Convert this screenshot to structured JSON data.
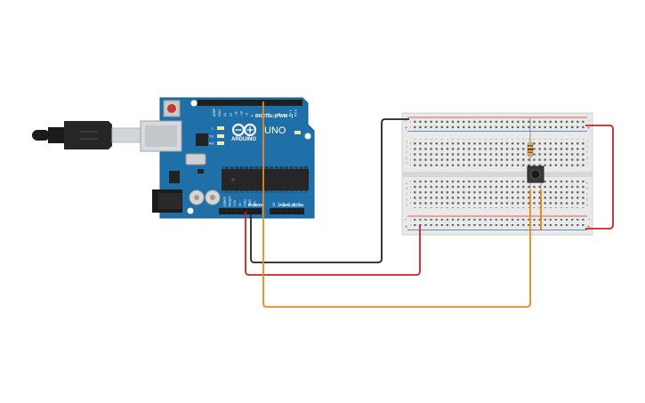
{
  "canvas": {
    "background": "#ffffff"
  },
  "colors": {
    "board": "#1f6fa8",
    "board_dark": "#175a8a",
    "breadboard": "#e9e9e9",
    "rail_red": "#d9332c",
    "rail_blue": "#3a6db5",
    "wire_black": "#222222",
    "wire_red": "#cc2222",
    "wire_orange": "#e8891c",
    "usb_cable": "#222222",
    "usb_plug": "#cfd3d6"
  },
  "arduino": {
    "model_label": "UNO",
    "brand_label": "ARDUINO",
    "digital_label": "DIGITAL (PWM ~)",
    "power_label": "POWER",
    "analog_label": "ANALOG IN",
    "led_labels": [
      "L",
      "TX",
      "RX"
    ],
    "digital_pins": [
      "AREF",
      "GND",
      "13",
      "12",
      "~11",
      "~10",
      "~9",
      "8",
      "7",
      "~6",
      "~5",
      "4",
      "~3",
      "2",
      "TX 1",
      "RX 0"
    ],
    "power_pins": [
      "IOREF",
      "RESET",
      "3.3V",
      "5V",
      "GND",
      "GND",
      "VIN"
    ],
    "analog_pins": [
      "A0",
      "A1",
      "A2",
      "A3",
      "A4",
      "A5"
    ],
    "icon": "infinity-logo-icon"
  },
  "breadboard": {
    "plus_label": "+",
    "minus_label": "-",
    "row_letters_top": [
      "j",
      "i",
      "h",
      "g",
      "f"
    ],
    "row_letters_bottom": [
      "e",
      "d",
      "c",
      "b",
      "a"
    ]
  },
  "components": {
    "resistor": {
      "icon": "resistor-icon"
    },
    "pushbutton": {
      "icon": "pushbutton-icon"
    }
  }
}
